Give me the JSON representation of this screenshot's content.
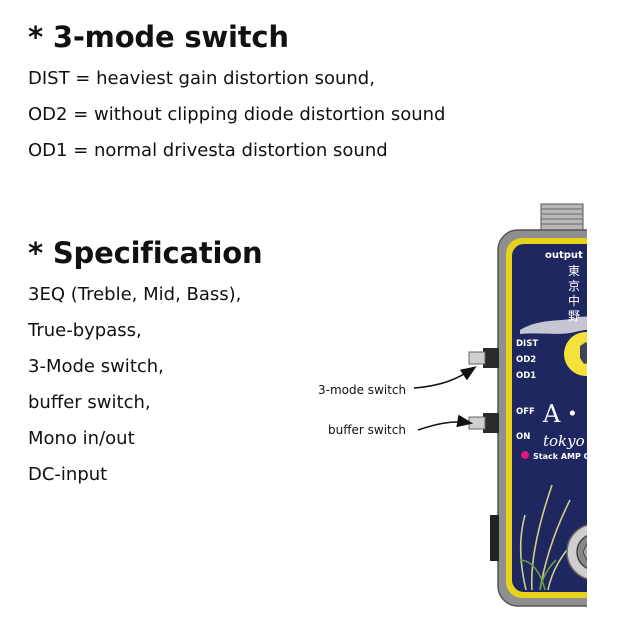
{
  "mode_section": {
    "heading": "* 3-mode switch",
    "lines": [
      "DIST = heaviest gain distortion sound,",
      "OD2 = without clipping diode distortion sound",
      "OD1 = normal drivesta distortion sound"
    ]
  },
  "spec_section": {
    "heading": "* Specification",
    "lines": [
      "3EQ (Treble, Mid, Bass),",
      "True-bypass,",
      "3-Mode switch,",
      "buffer switch,",
      "Mono in/out",
      "DC-input"
    ]
  },
  "pedal": {
    "output_label": "output",
    "kanji": [
      "東",
      "京",
      "中",
      "野"
    ],
    "mode_labels": [
      "DIST",
      "OD2",
      "OD1"
    ],
    "buffer_labels": [
      "OFF",
      "ON"
    ],
    "brand": "A・",
    "brand_sub": "tokyo",
    "led_text": "Stack AMP O",
    "callout_mode": "3-mode switch",
    "callout_buffer": "buffer switch",
    "colors": {
      "body": "#1f2760",
      "frame": "#e8d21a",
      "enclosure": "#9a9a9a",
      "led": "#e0177a"
    }
  }
}
